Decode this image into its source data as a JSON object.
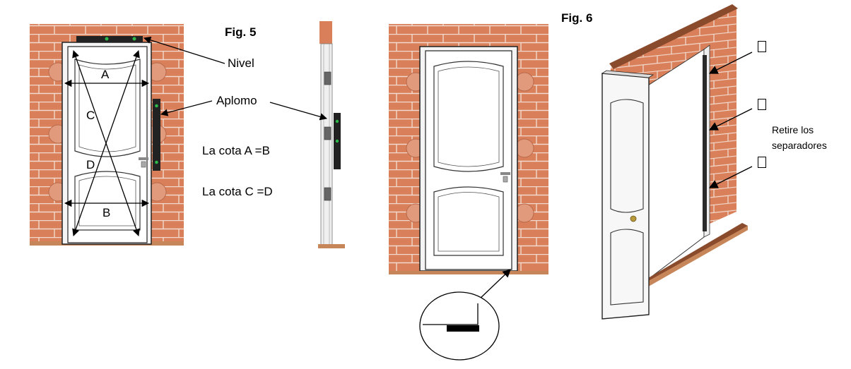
{
  "figures": {
    "fig5": {
      "title": "Fig. 5",
      "labels": {
        "nivel": "Nivel",
        "aplomo": "Aplomo",
        "a": "A",
        "b": "B",
        "c": "C",
        "d": "D"
      },
      "notes": [
        "La cota A =B",
        "La cota C =D"
      ]
    },
    "fig6": {
      "title": "Fig. 6",
      "note": "Retire los separadores",
      "note_lines": [
        "Retire los",
        "separadores"
      ]
    }
  },
  "colors": {
    "brick": "#d9805a",
    "mortar": "#f1dacd",
    "floor": "#c7865a",
    "door": "#ffffff",
    "level_green": "#2db84a",
    "outline": "#1a1a1a"
  }
}
